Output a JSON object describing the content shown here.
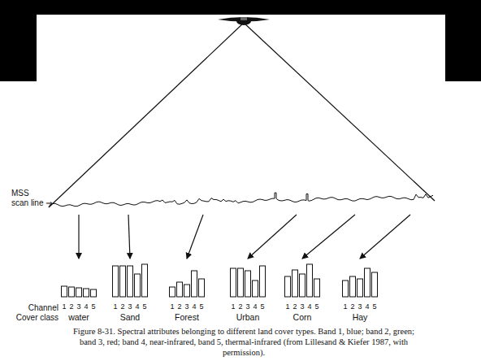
{
  "diagram": {
    "caption": "Figure 8-31. Spectral attributes belonging to different land cover types. Band 1, blue; band 2, green; band 3, red; band 4, near-infrared, band 5, thermal-infrared (from Lillesand & Kiefer 1987, with permission).",
    "labels": [
      "MSS",
      "scan line ⇒",
      "Channel",
      "1",
      "2",
      "3",
      "4",
      "5",
      "1",
      "2",
      "3",
      "4",
      "5",
      "1",
      "2",
      "3",
      "4",
      "5",
      "1",
      "2",
      "3",
      "4",
      "5",
      "1",
      "2",
      "3",
      "4",
      "5",
      "1",
      "2",
      "3",
      "4",
      "5",
      "Cover class",
      "water",
      "Sand",
      "Forest",
      "Urban",
      "Corn",
      "Hay"
    ]
  }
}
